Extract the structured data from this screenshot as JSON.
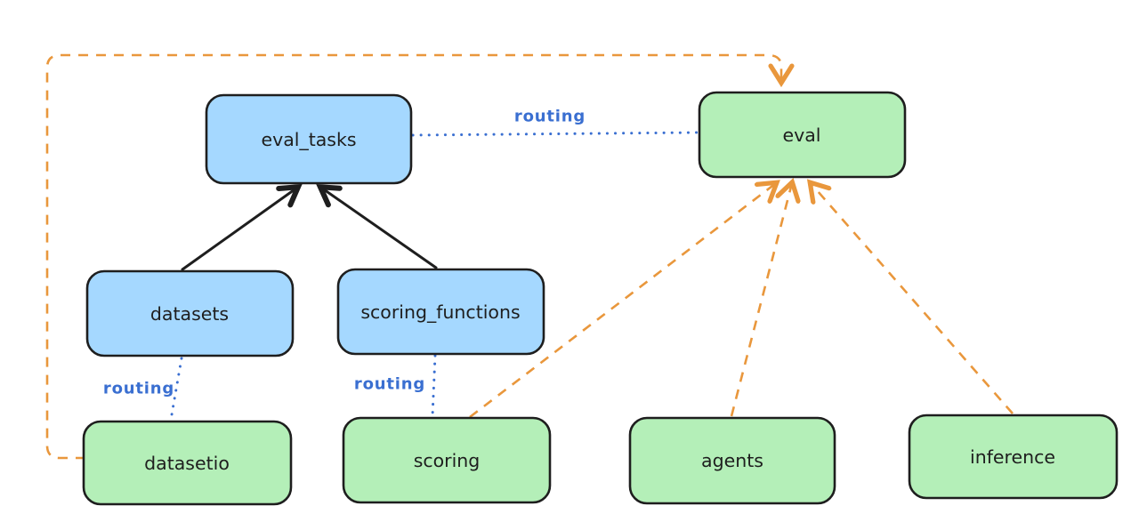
{
  "diagram": {
    "kind": "architecture-routing-diagram",
    "nodes": {
      "eval_tasks": {
        "label": "eval_tasks",
        "color_role": "api-blue"
      },
      "eval": {
        "label": "eval",
        "color_role": "provider-green"
      },
      "datasets": {
        "label": "datasets",
        "color_role": "api-blue"
      },
      "scoring_functions": {
        "label": "scoring_functions",
        "color_role": "api-blue"
      },
      "datasetio": {
        "label": "datasetio",
        "color_role": "provider-green"
      },
      "scoring": {
        "label": "scoring",
        "color_role": "provider-green"
      },
      "agents": {
        "label": "agents",
        "color_role": "provider-green"
      },
      "inference": {
        "label": "inference",
        "color_role": "provider-green"
      }
    },
    "edge_labels": {
      "eval_tasks_to_eval": "routing",
      "datasets_to_datasetio": "routing",
      "scoring_functions_to_scoring": "routing"
    },
    "edges": [
      {
        "from": "datasets",
        "to": "eval_tasks",
        "style": "solid-black-arrow"
      },
      {
        "from": "scoring_functions",
        "to": "eval_tasks",
        "style": "solid-black-arrow"
      },
      {
        "from": "eval_tasks",
        "to": "eval",
        "style": "dotted-blue",
        "label": "routing"
      },
      {
        "from": "datasets",
        "to": "datasetio",
        "style": "dotted-blue",
        "label": "routing"
      },
      {
        "from": "scoring_functions",
        "to": "scoring",
        "style": "dotted-blue",
        "label": "routing"
      },
      {
        "from": "datasetio",
        "to": "eval",
        "style": "dashed-orange-arrow",
        "route": "around-left-and-top"
      },
      {
        "from": "scoring",
        "to": "eval",
        "style": "dashed-orange-arrow"
      },
      {
        "from": "agents",
        "to": "eval",
        "style": "dashed-orange-arrow"
      },
      {
        "from": "inference",
        "to": "eval",
        "style": "dashed-orange-arrow"
      }
    ]
  },
  "colors": {
    "background": "#ffffff",
    "node_blue_fill": "#a5d8ff",
    "node_green_fill": "#b4efb8",
    "node_stroke": "#1e1e1e",
    "node_text": "#1e1e1e",
    "routing_blue": "#3a6fd1",
    "arrow_black": "#1e1e1e",
    "arrow_orange": "#e9973c"
  }
}
